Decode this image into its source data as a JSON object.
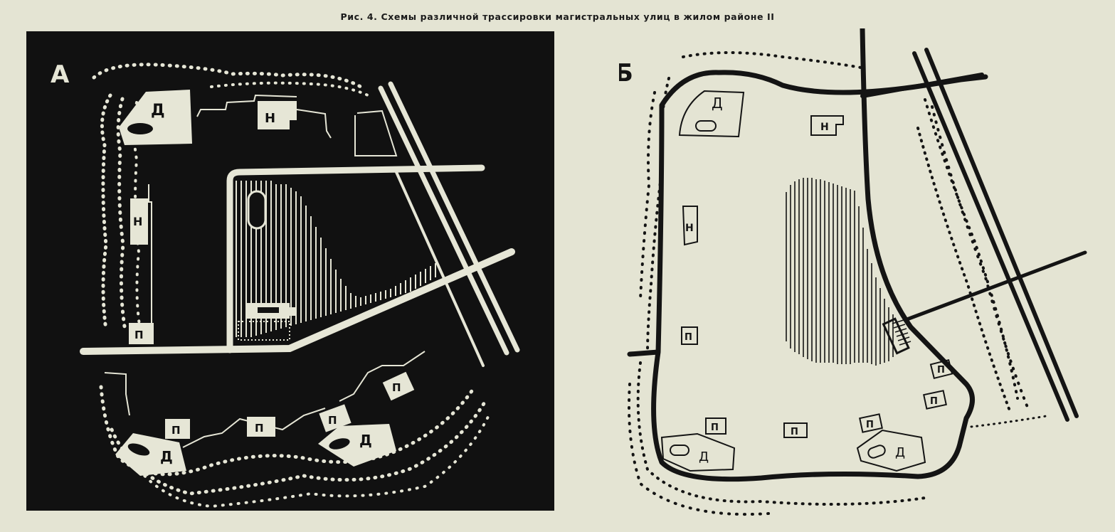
{
  "figure": {
    "caption": "Рис. 4. Схемы различной трассировки магистральных улиц в жилом районе II",
    "panels": [
      {
        "id": "a",
        "label": "А",
        "style": "inverted",
        "colors": {
          "background": "#111111",
          "ink": "#e6e6d6"
        },
        "building_labels": [
          "Д",
          "Н",
          "Н",
          "П",
          "П",
          "П",
          "П",
          "П",
          "Д",
          "Д"
        ]
      },
      {
        "id": "b",
        "label": "Б",
        "style": "line",
        "colors": {
          "background": "#e4e4d3",
          "ink": "#141414"
        },
        "building_labels": [
          "Д",
          "Н",
          "Н",
          "П",
          "П",
          "П",
          "П",
          "П",
          "П",
          "Д",
          "Д"
        ]
      }
    ]
  }
}
